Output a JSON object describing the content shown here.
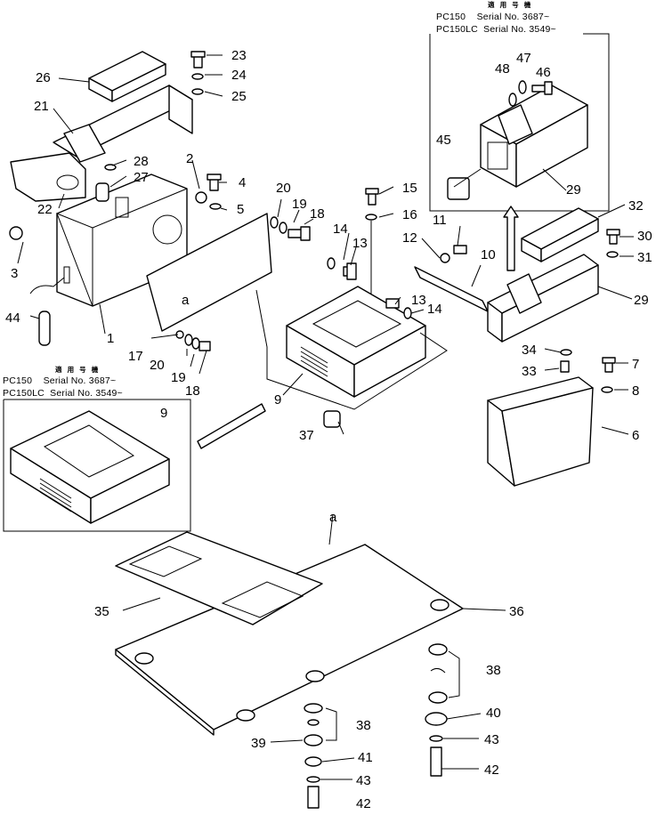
{
  "callouts": {
    "n1": "1",
    "n2": "2",
    "n3": "3",
    "n4": "4",
    "n5": "5",
    "n6": "6",
    "n7": "7",
    "n8": "8",
    "n9a": "9",
    "n9b": "9",
    "n10": "10",
    "n11": "11",
    "n12": "12",
    "n13a": "13",
    "n13b": "13",
    "n14a": "14",
    "n14b": "14",
    "n15": "15",
    "n16": "16",
    "n17": "17",
    "n18a": "18",
    "n18b": "18",
    "n19a": "19",
    "n19b": "19",
    "n20a": "20",
    "n20b": "20",
    "n21": "21",
    "n22": "22",
    "n23": "23",
    "n24": "24",
    "n25": "25",
    "n26": "26",
    "n27": "27",
    "n28": "28",
    "n29a": "29",
    "n29b": "29",
    "n30": "30",
    "n31": "31",
    "n32": "32",
    "n33": "33",
    "n34": "34",
    "n35": "35",
    "n36": "36",
    "n37": "37",
    "n38a": "38",
    "n38b": "38",
    "n39": "39",
    "n40": "40",
    "n41": "41",
    "n42a": "42",
    "n42b": "42",
    "n43a": "43",
    "n43b": "43",
    "n44": "44",
    "n45": "45",
    "n46": "46",
    "n47": "47",
    "n48": "48",
    "ref_a1": "a",
    "ref_a2": "a"
  },
  "inset_top": {
    "heading_ja": "適 用 号 機",
    "line1": "PC150    Serial No. 3687~",
    "line2": "PC150LC  Serial No. 3549~"
  },
  "inset_left": {
    "heading_ja": "適 用 号 機",
    "line1": "PC150    Serial No. 3687~",
    "line2": "PC150LC  Serial No. 3549~"
  }
}
